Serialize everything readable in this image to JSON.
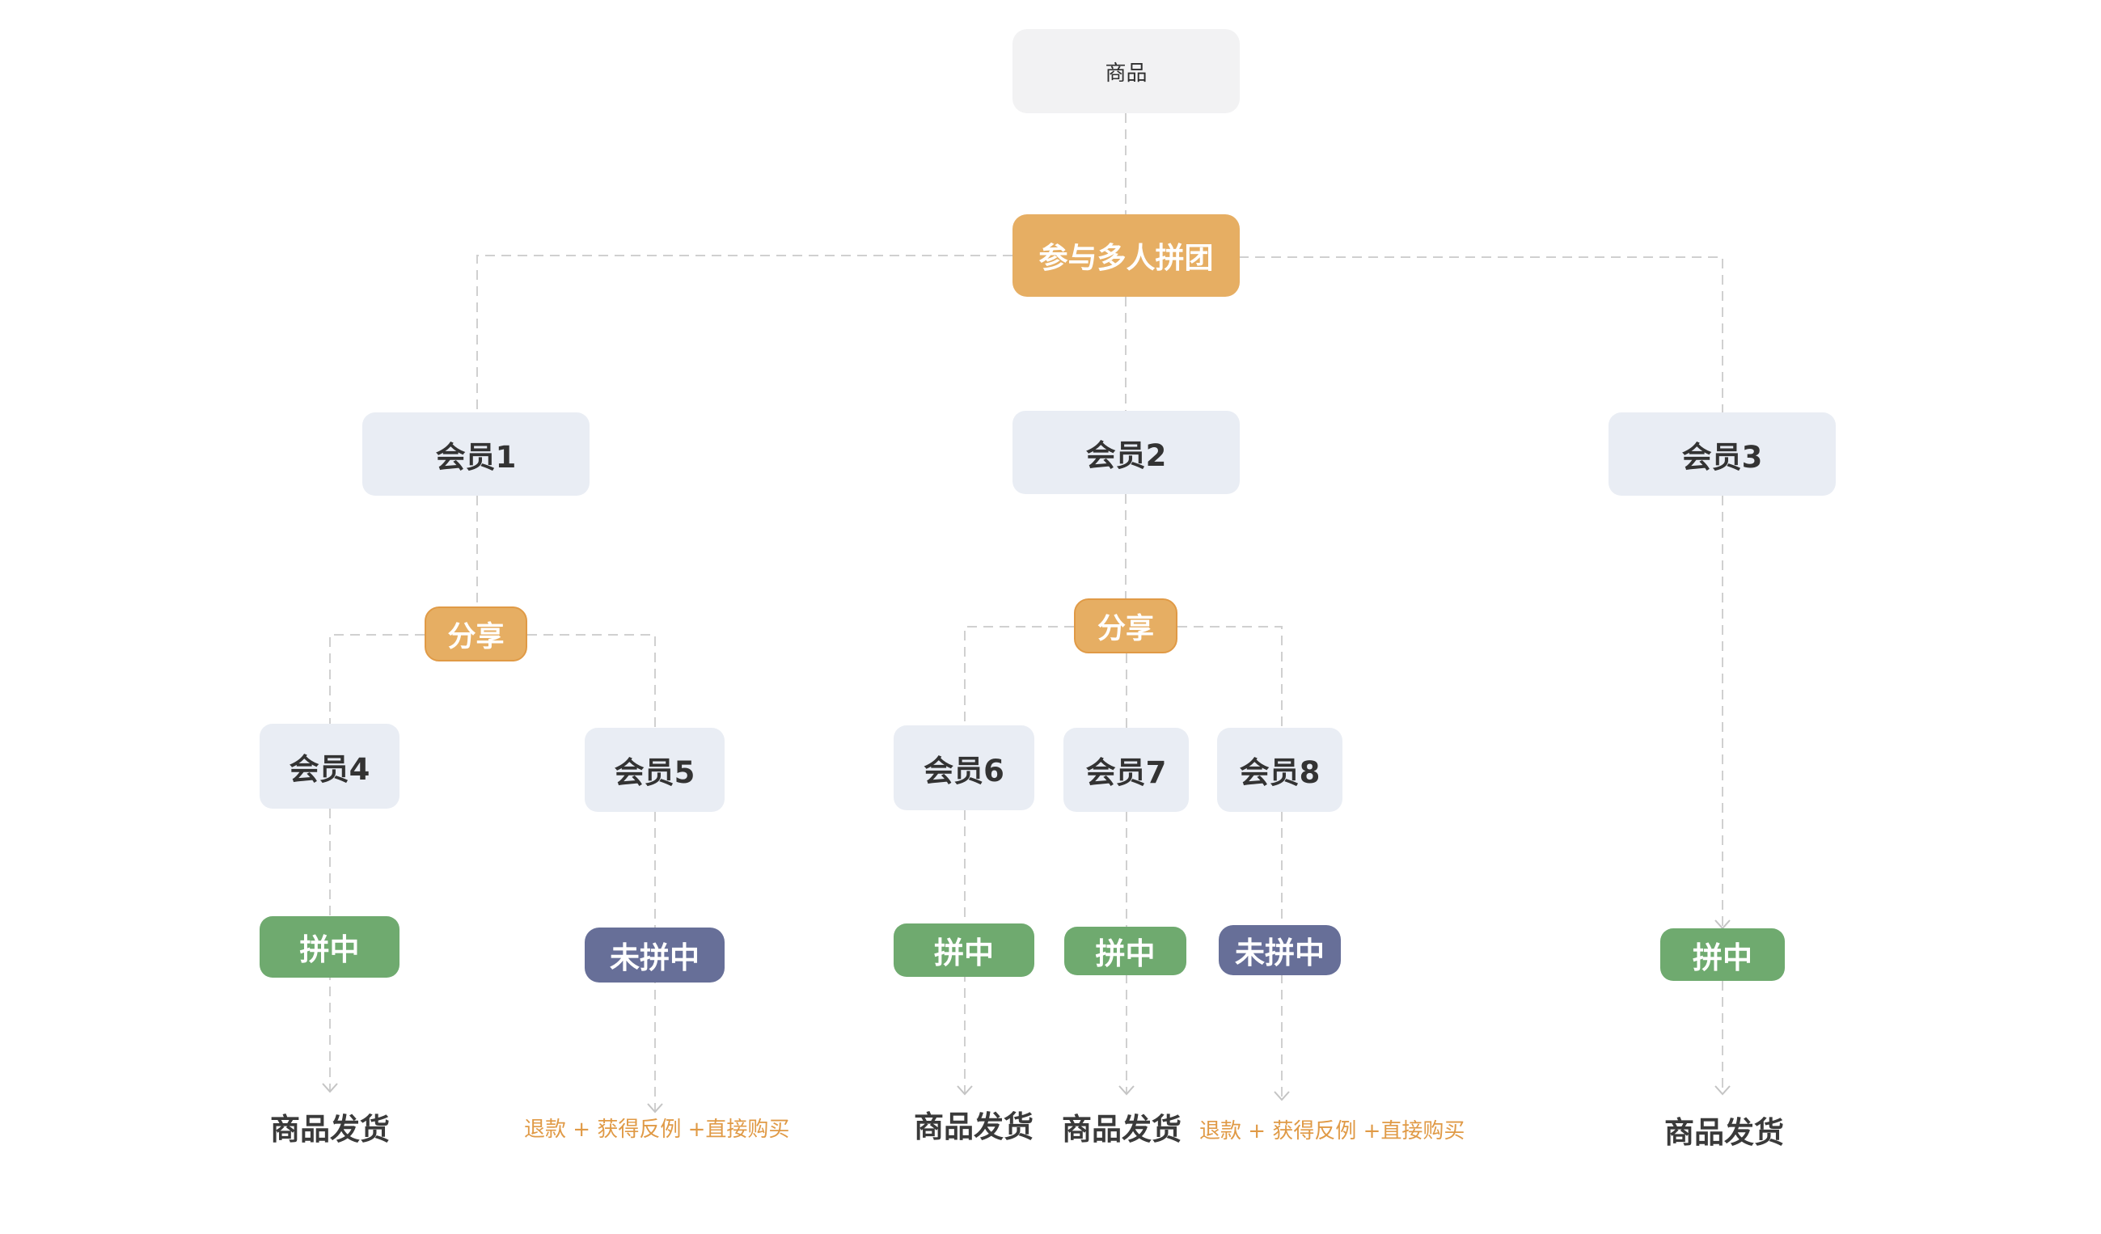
{
  "nodes": {
    "product": "商品",
    "group_buy": "参与多人拼团",
    "member1": "会员1",
    "member2": "会员2",
    "member3": "会员3",
    "member4": "会员4",
    "member5": "会员5",
    "member6": "会员6",
    "member7": "会员7",
    "member8": "会员8",
    "share_left": "分享",
    "share_mid": "分享"
  },
  "statuses": {
    "m4": "拼中",
    "m5": "未拼中",
    "m6": "拼中",
    "m7": "拼中",
    "m8": "未拼中",
    "m3": "拼中"
  },
  "results": {
    "m4": "商品发货",
    "m5": "退款 + 获得反例 +直接购买",
    "m6": "商品发货",
    "m7": "商品发货",
    "m8": "退款 + 获得反例 +直接购买",
    "m3": "商品发货"
  },
  "colors": {
    "group_orange": "#e6ae63",
    "member_bg": "#e9edf4",
    "win_green": "#6faa6f",
    "lose_slate": "#676f98",
    "refund_text": "#e09a46",
    "connector": "#cfcfcf"
  }
}
